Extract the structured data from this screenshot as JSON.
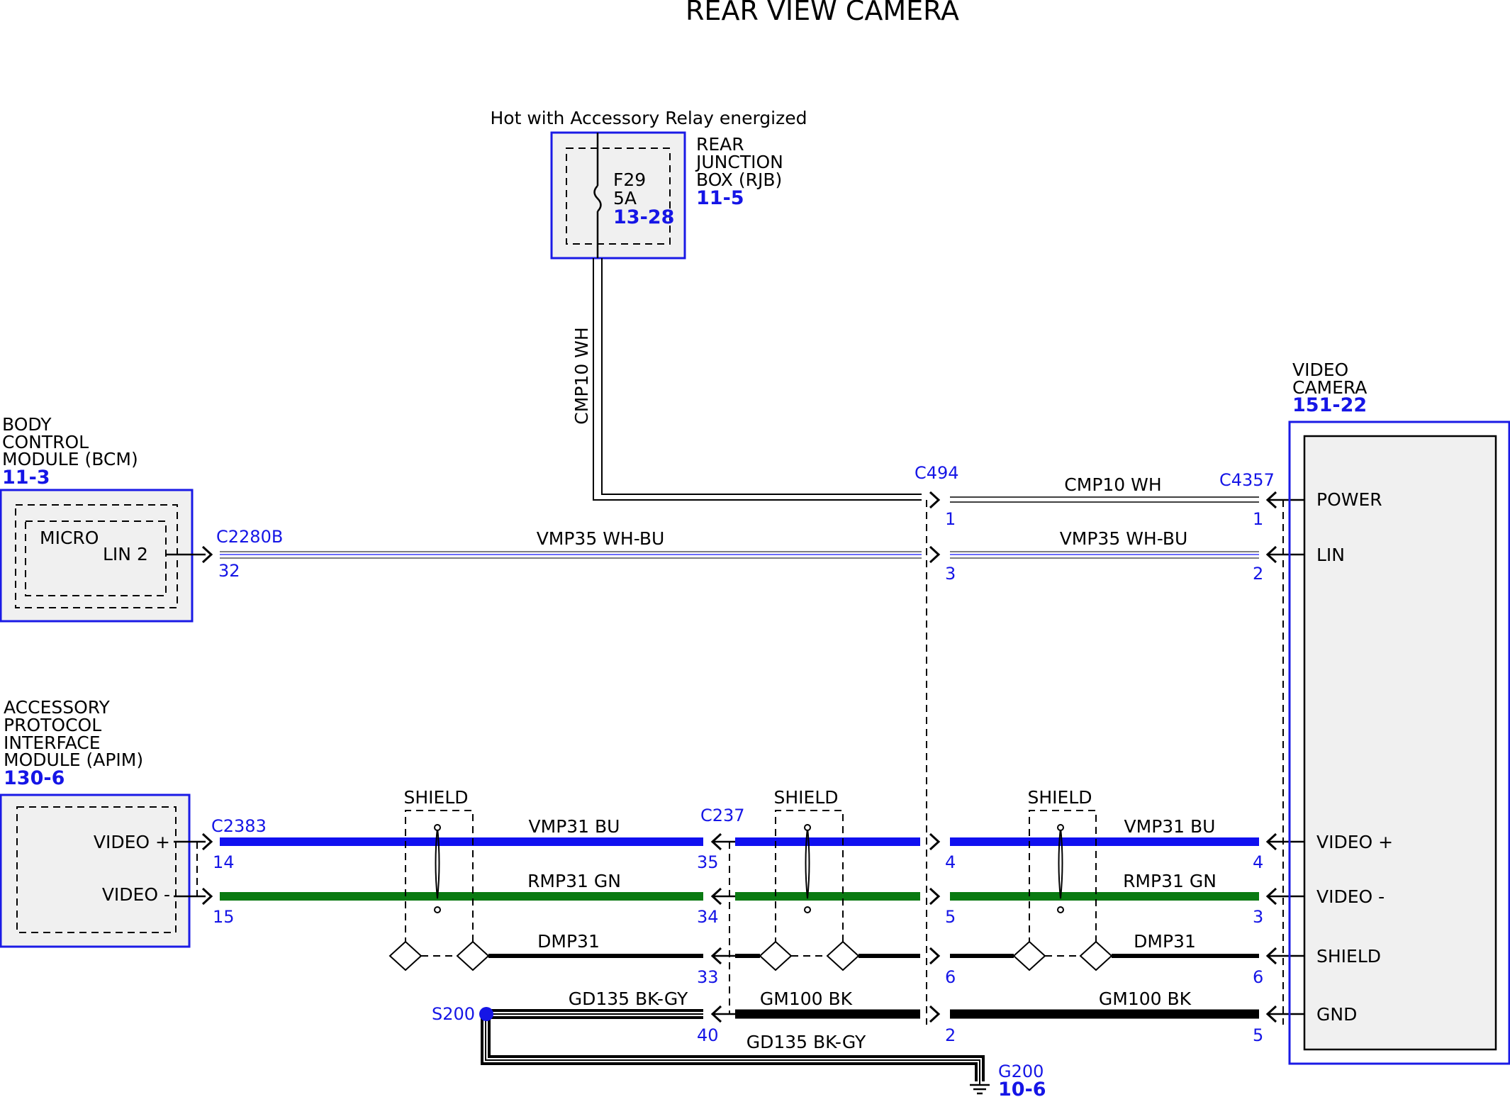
{
  "title": "REAR VIEW CAMERA",
  "rjb": {
    "hot_label": "Hot with Accessory Relay energized",
    "name_lines": [
      "REAR",
      "JUNCTION",
      "BOX (RJB)"
    ],
    "ref": "11-5",
    "fuse_name": "F29",
    "fuse_rating": "5A",
    "fuse_ref": "13-28"
  },
  "bcm": {
    "name_lines": [
      "BODY",
      "CONTROL",
      "MODULE (BCM)"
    ],
    "ref": "11-3",
    "inner": "MICRO",
    "pin_label": "LIN 2"
  },
  "apim": {
    "name_lines": [
      "ACCESSORY",
      "PROTOCOL",
      "INTERFACE",
      "MODULE (APIM)"
    ],
    "ref": "130-6",
    "pin_video_plus": "VIDEO +",
    "pin_video_minus": "VIDEO -"
  },
  "camera": {
    "name_lines": [
      "VIDEO",
      "CAMERA"
    ],
    "ref": "151-22",
    "pins": [
      "POWER",
      "LIN",
      "VIDEO +",
      "VIDEO -",
      "SHIELD",
      "GND"
    ]
  },
  "connectors": {
    "c2280b": "C2280B",
    "c494": "C494",
    "c4357": "C4357",
    "c2383": "C2383",
    "c237": "C237"
  },
  "pins": {
    "c2280b_32": "32",
    "c494_1": "1",
    "c494_3": "3",
    "c494_4": "4",
    "c494_5": "5",
    "c494_6": "6",
    "c494_2": "2",
    "c4357_1": "1",
    "c4357_2": "2",
    "c4357_4": "4",
    "c4357_3": "3",
    "c4357_6": "6",
    "c4357_5": "5",
    "c2383_14": "14",
    "c2383_15": "15",
    "c237_35": "35",
    "c237_34": "34",
    "c237_33": "33",
    "c237_40": "40"
  },
  "wires": {
    "cmp10_vertical": "CMP10   WH",
    "cmp10_right": "CMP10   WH",
    "vmp35_left": "VMP35   WH-BU",
    "vmp35_right": "VMP35   WH-BU",
    "vmp31_left": "VMP31   BU",
    "vmp31_right": "VMP31   BU",
    "rmp31_left": "RMP31   GN",
    "rmp31_right": "RMP31   GN",
    "dmp31_left": "DMP31",
    "dmp31_right": "DMP31",
    "gd135_top": "GD135   BK-GY",
    "gm100_mid": "GM100   BK",
    "gm100_right": "GM100   BK",
    "gd135_bottom": "GD135   BK-GY"
  },
  "shield_label": "SHIELD",
  "splice": "S200",
  "ground": {
    "name": "G200",
    "ref": "10-6"
  },
  "colors": {
    "blue_wire": "#1010f0",
    "green_wire": "#0a7a12",
    "black_wire": "#000000",
    "ref_blue": "#1515e6",
    "box_fill": "#f0f0f0"
  }
}
